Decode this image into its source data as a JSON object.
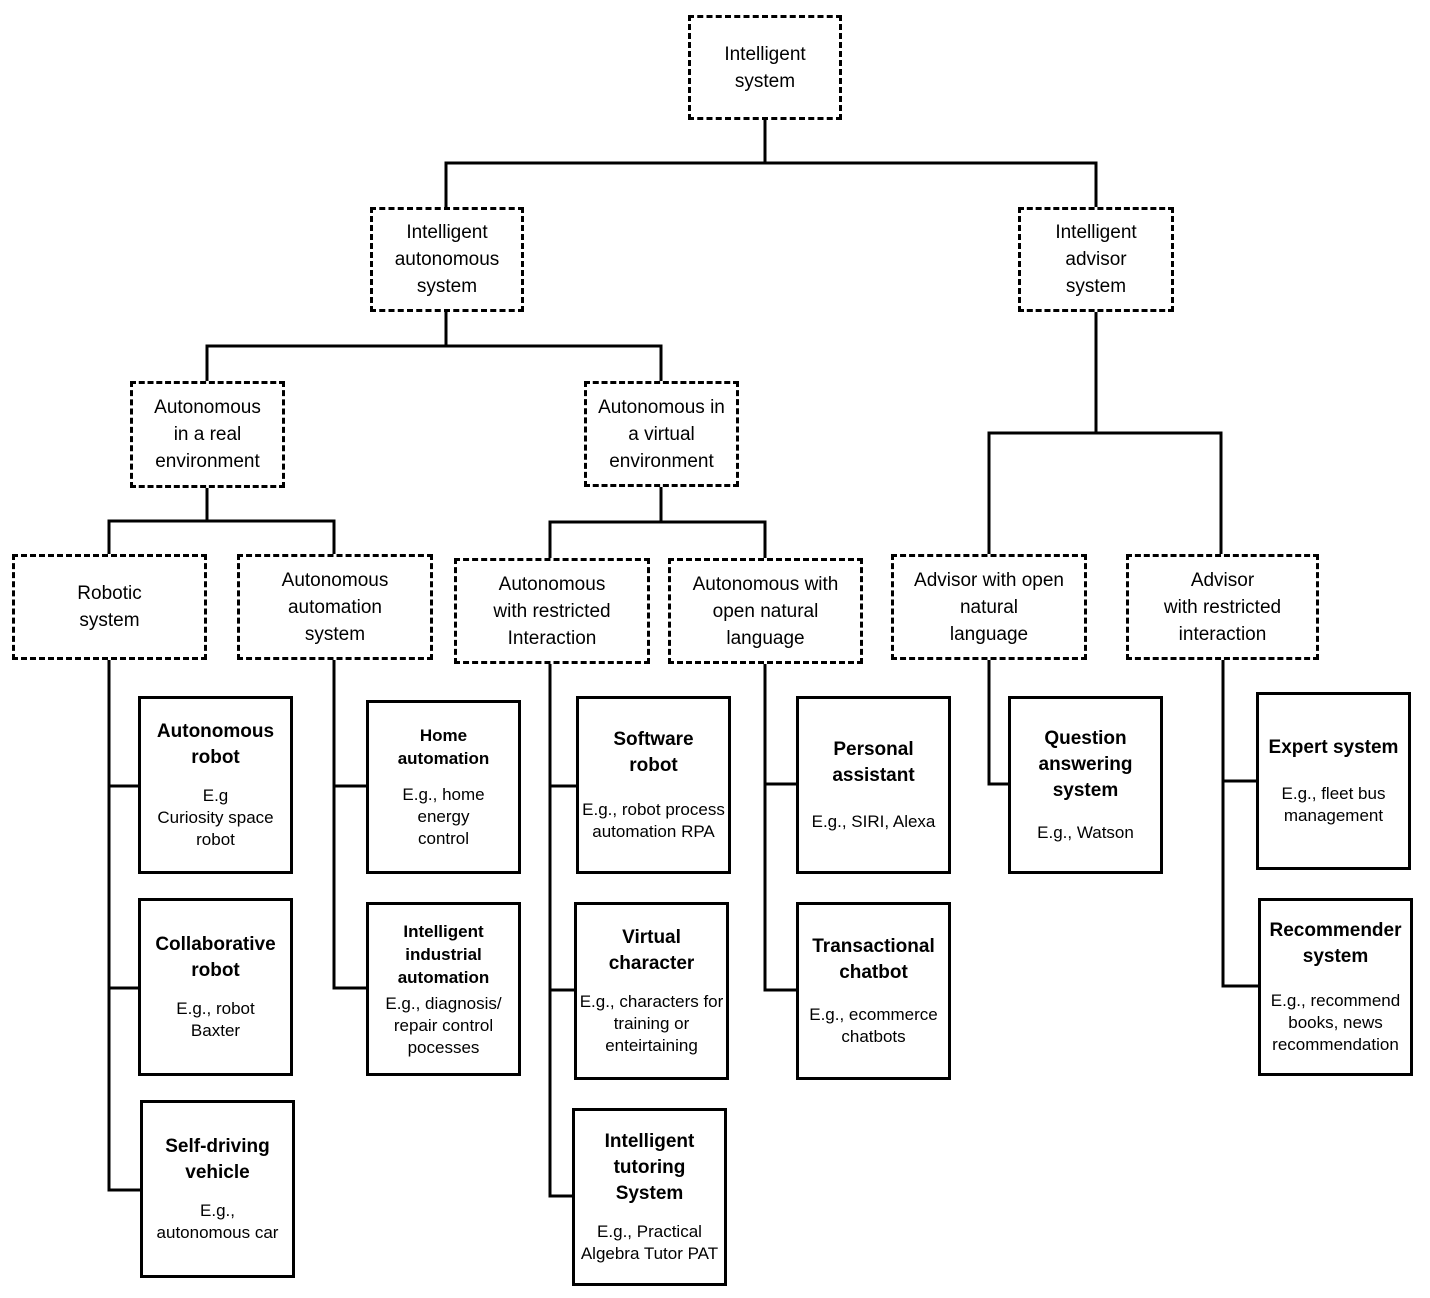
{
  "nodes": {
    "root": "Intelligent\nsystem",
    "autonomous": "Intelligent\nautonomous\nsystem",
    "advisor": "Intelligent\nadvisor\nsystem",
    "real_env": "Autonomous\nin a real\nenvironment",
    "virtual_env": "Autonomous in\na virtual\nenvironment",
    "robotic": "Robotic\nsystem",
    "automation": "Autonomous\nautomation\nsystem",
    "restricted_interaction": "Autonomous\nwith restricted\nInteraction",
    "open_language": "Autonomous with\nopen natural\nlanguage",
    "advisor_open": "Advisor with open\nnatural\nlanguage",
    "advisor_restricted": "Advisor\nwith restricted\ninteraction"
  },
  "leaves": {
    "autonomous_robot": {
      "title": "Autonomous\nrobot",
      "example": "E.g\nCuriosity space\nrobot"
    },
    "collaborative_robot": {
      "title": "Collaborative\nrobot",
      "example": "E.g., robot\nBaxter"
    },
    "self_driving": {
      "title": "Self-driving\nvehicle",
      "example": "E.g.,\nautonomous car"
    },
    "home_automation": {
      "title": "Home\nautomation",
      "example": "E.g., home\nenergy\ncontrol"
    },
    "industrial_automation": {
      "title": "Intelligent\nindustrial\nautomation",
      "example": "E.g., diagnosis/\nrepair control\npocesses"
    },
    "software_robot": {
      "title": "Software\nrobot",
      "example": "E.g., robot process\nautomation RPA"
    },
    "virtual_character": {
      "title": "Virtual\ncharacter",
      "example": "E.g., characters for\ntraining or\nenteirtaining"
    },
    "tutoring_system": {
      "title": "Intelligent\ntutoring\nSystem",
      "example": "E.g., Practical\nAlgebra Tutor PAT"
    },
    "personal_assistant": {
      "title": "Personal\nassistant",
      "example": "E.g., SIRI, Alexa"
    },
    "transactional_chatbot": {
      "title": "Transactional\nchatbot",
      "example": "E.g., ecommerce\nchatbots"
    },
    "question_answering": {
      "title": "Question\nanswering\nsystem",
      "example": "E.g., Watson"
    },
    "expert_system": {
      "title": "Expert system",
      "example": "E.g., fleet bus\nmanagement"
    },
    "recommender_system": {
      "title": "Recommender\nsystem",
      "example": "E.g., recommend\nbooks, news\nrecommendation"
    }
  }
}
